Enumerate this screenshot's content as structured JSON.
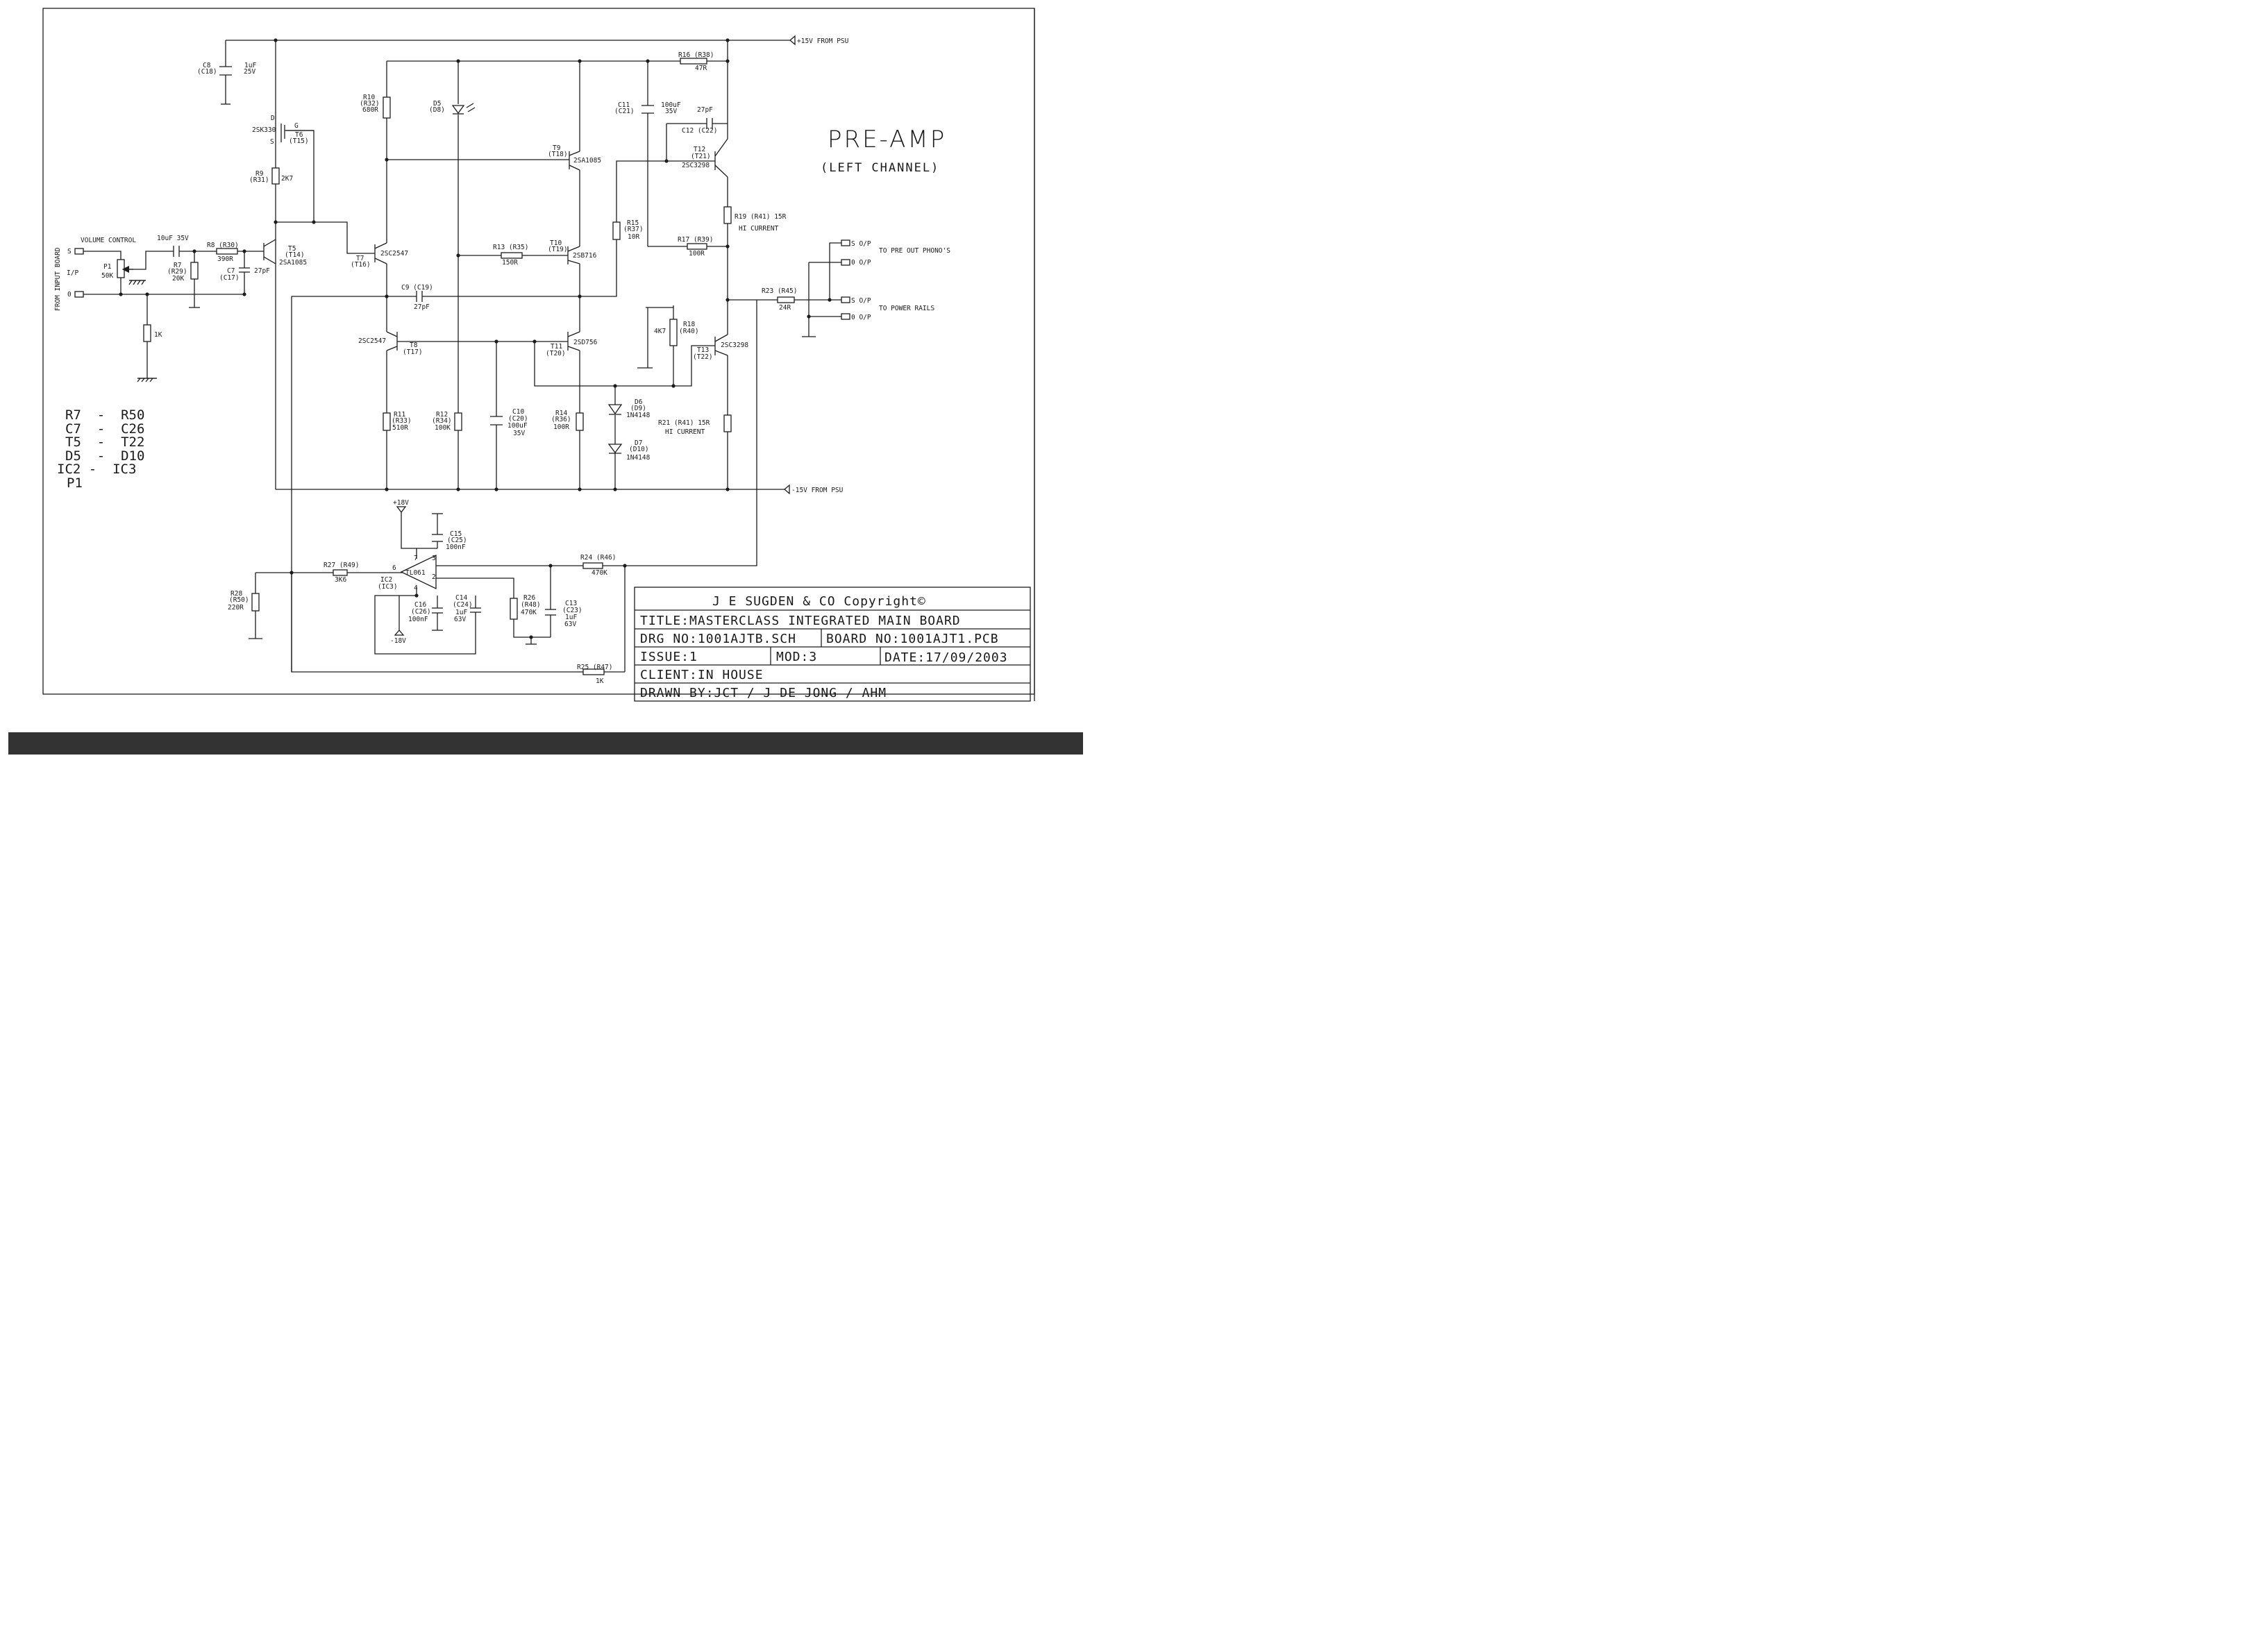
{
  "header": {
    "title": "PRE-AMP",
    "subtitle": "(LEFT CHANNEL)"
  },
  "rails": {
    "pos": "+15V FROM PSU",
    "neg": "-15V FROM PSU",
    "opamp_pos": "+18V",
    "opamp_neg": "-18V"
  },
  "input": {
    "board": "FROM INPUT BOARD",
    "signal": "S",
    "ground": "0",
    "io": "I/P",
    "volume": "VOLUME CONTROL"
  },
  "outputs": {
    "phono_s": "S O/P",
    "phono_0": "0 O/P",
    "phono_note": "TO PRE OUT PHONO'S",
    "rails_s": "S O/P",
    "rails_0": "0 O/P",
    "rails_note": "TO POWER RAILS"
  },
  "components": {
    "c8": [
      "C8",
      "(C18)",
      "1uF",
      "25V"
    ],
    "t6": [
      "D",
      "G",
      "2SK330",
      "T6",
      "(T15)",
      "S"
    ],
    "r9": [
      "R9",
      "(R31)",
      "2K7"
    ],
    "r10": [
      "R10",
      "(R32)",
      "680R"
    ],
    "d5": [
      "D5",
      "(D8)"
    ],
    "t9": [
      "T9",
      "(T18)",
      "2SA1085"
    ],
    "c11": [
      "C11",
      "(C21)",
      "100uF",
      "35V"
    ],
    "c12": [
      "27pF",
      "C12 (C22)"
    ],
    "r16": [
      "R16 (R38)",
      "47R"
    ],
    "t12": [
      "T12",
      "(T21)",
      "2SC3298"
    ],
    "r19": [
      "R19 (R41) 15R",
      "HI CURRENT"
    ],
    "r15": [
      "R15",
      "(R37)",
      "10R"
    ],
    "r17": [
      "R17 (R39)",
      "100R"
    ],
    "p1": [
      "P1",
      "50K"
    ],
    "c_in": [
      "10uF 35V"
    ],
    "r7": [
      "R7",
      "(R29)",
      "20K"
    ],
    "r8": [
      "R8 (R30)",
      "390R"
    ],
    "c7": [
      "C7",
      "(C17)",
      "27pF"
    ],
    "r_1k": [
      "1K"
    ],
    "t5": [
      "T5",
      "(T14)",
      "2SA1085"
    ],
    "t7": [
      "T7",
      "(T16)",
      "2SC2547"
    ],
    "r13": [
      "R13 (R35)",
      "150R"
    ],
    "t10": [
      "T10",
      "(T19)",
      "2SB716"
    ],
    "c9": [
      "C9 (C19)",
      "27pF"
    ],
    "r23": [
      "R23 (R45)",
      "24R"
    ],
    "t8": [
      "2SC2547",
      "T8",
      "(T17)"
    ],
    "t11": [
      "T11",
      "(T20)",
      "2SD756"
    ],
    "r18": [
      "4K7",
      "R18",
      "(R40)"
    ],
    "t13": [
      "T13",
      "(T22)",
      "2SC3298"
    ],
    "d6": [
      "D6",
      "(D9)",
      "1N4148"
    ],
    "d7": [
      "D7",
      "(D10)",
      "1N4148"
    ],
    "r21": [
      "R21 (R41) 15R",
      "HI CURRENT"
    ],
    "r11": [
      "R11",
      "(R33)",
      "510R"
    ],
    "r12": [
      "R12",
      "(R34)",
      "100K"
    ],
    "c10": [
      "C10",
      "(C20)",
      "100uF",
      "35V"
    ],
    "r14": [
      "R14",
      "(R36)",
      "100R"
    ],
    "c15": [
      "C15",
      "(C25)",
      "100nF"
    ],
    "ic2": [
      "TL061",
      "IC2",
      "(IC3)",
      "7",
      "3",
      "6",
      "2",
      "4"
    ],
    "r27": [
      "R27 (R49)",
      "3K6"
    ],
    "r24": [
      "R24 (R46)",
      "470K"
    ],
    "r28": [
      "R28",
      "(R50)",
      "220R"
    ],
    "c16": [
      "C16",
      "(C26)",
      "100nF"
    ],
    "c14": [
      "C14",
      "(C24)",
      "1uF",
      "63V"
    ],
    "r26": [
      "R26",
      "(R48)",
      "470K"
    ],
    "c13": [
      "C13",
      "(C23)",
      "1uF",
      "63V"
    ],
    "r25": [
      "R25 (R47)",
      "1K"
    ]
  },
  "ranges": [
    "R7  -  R50",
    "C7  -  C26",
    "T5  -  T22",
    "D5  -  D10",
    "IC2 -  IC3",
    "P1"
  ],
  "titleblock": {
    "company": "J E SUGDEN & CO Copyright©",
    "title": "TITLE:MASTERCLASS INTEGRATED MAIN BOARD",
    "drg": "DRG NO:1001AJTB.SCH",
    "board": "BOARD NO:1001AJT1.PCB",
    "issue": "ISSUE:1",
    "mod": "MOD:3",
    "date": "DATE:17/09/2003",
    "client": "CLIENT:IN HOUSE",
    "drawn": "DRAWN BY:JCT / J DE JONG / AHM"
  }
}
